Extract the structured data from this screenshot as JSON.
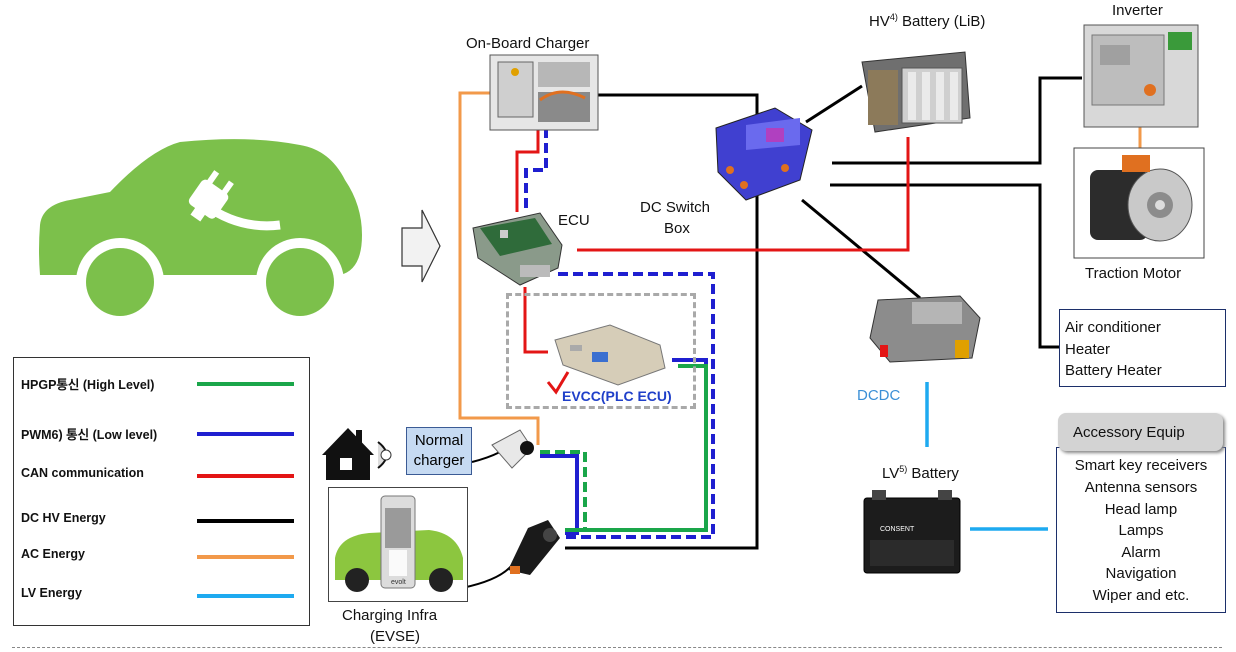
{
  "labels": {
    "on_board_charger": "On-Board Charger",
    "hv_battery_prefix": "HV",
    "hv_battery_sup": "4)",
    "hv_battery_suffix": " Battery (LiB)",
    "inverter": "Inverter",
    "traction_motor": "Traction Motor",
    "ecu": "ECU",
    "dc_switch_box_line1": "DC Switch",
    "dc_switch_box_line2": "Box",
    "evcc": "EVCC(PLC ECU)",
    "dcdc": "DCDC",
    "lv_battery_prefix": "LV",
    "lv_battery_sup": "5)",
    "lv_battery_suffix": " Battery",
    "normal_charger_line1": "Normal",
    "normal_charger_line2": "charger",
    "charging_infra_line1": "Charging Infra",
    "charging_infra_line2": "(EVSE)",
    "battery_brand": "CONSENT",
    "evse_brand": "evolt"
  },
  "hv_loads": [
    "Air conditioner",
    "Heater",
    "Battery Heater"
  ],
  "accessory": {
    "title": "Accessory Equip",
    "items": [
      "Smart key receivers",
      "Antenna sensors",
      "Head lamp",
      "Lamps",
      "Alarm",
      "Navigation",
      "Wiper and etc."
    ]
  },
  "legend": [
    {
      "label": "HPGP통신 (High Level)",
      "color": "#1aa64a"
    },
    {
      "label": "PWM6) 통신  (Low level)",
      "color": "#1f1fd0"
    },
    {
      "label": "CAN communication",
      "color": "#e31515"
    },
    {
      "label": "DC HV Energy",
      "color": "#000000"
    },
    {
      "label": "AC Energy",
      "color": "#f2994a"
    },
    {
      "label": "LV Energy",
      "color": "#1eaaf0"
    }
  ],
  "colors": {
    "car_green": "#7cc04b",
    "hpgp": "#1aa64a",
    "pwm": "#1f1fd0",
    "can": "#e31515",
    "dc_hv": "#000000",
    "ac": "#f2994a",
    "lv": "#1eaaf0",
    "evcc_text": "#1f3fc9",
    "dcdc_text": "#3b8fd6"
  }
}
